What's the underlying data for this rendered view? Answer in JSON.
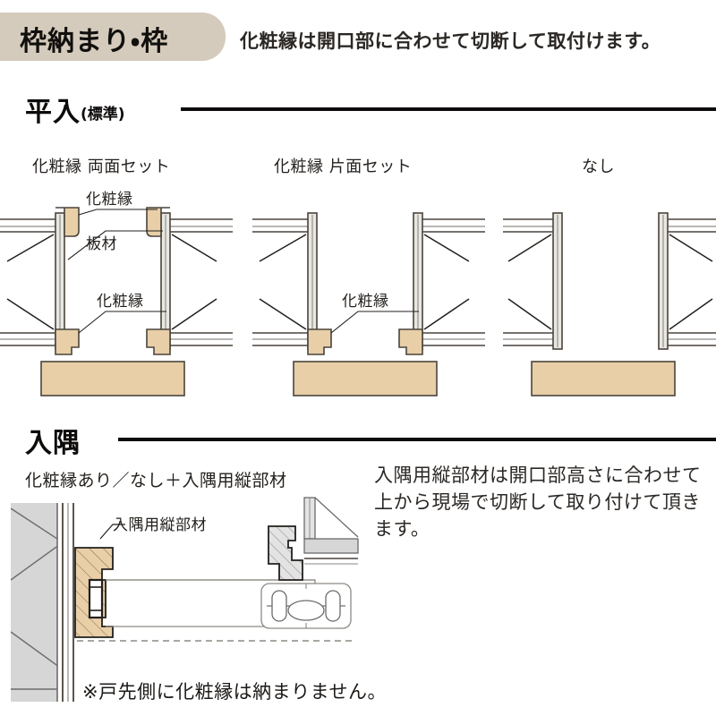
{
  "header": {
    "badge_label": "枠納まり・枠",
    "badge_color": "#d4cbbc",
    "note": "化粧縁は開口部に合わせて切断して取付けます。"
  },
  "sections": [
    {
      "id": "hirairi",
      "title": "平入",
      "subtitle": "(標準)",
      "columns": [
        {
          "caption": "化粧縁 両面セット",
          "trim_top": true,
          "trim_bottom": true
        },
        {
          "caption": "化粧縁 片面セット",
          "trim_top": false,
          "trim_bottom": true
        },
        {
          "caption": "なし",
          "trim_top": false,
          "trim_bottom": false
        }
      ],
      "callouts": [
        {
          "text": "化粧縁",
          "column": 1
        },
        {
          "text": "板材",
          "column": 1
        },
        {
          "text": "化粧縁",
          "column": 1
        },
        {
          "text": "化粧縁",
          "column": 2
        }
      ]
    },
    {
      "id": "irisumi",
      "title": "入隅",
      "subtitle": "",
      "caption": "化粧縁あり／なし＋入隅用縦部材",
      "callouts": [
        {
          "text": "入隅用縦部材"
        }
      ],
      "paragraph": [
        "入隅用縦部材は開口部高さに合わせて",
        "上から現場で切断して取り付けて頂き",
        "ます。"
      ],
      "note": "※戸先側に化粧縁は納まりません。"
    }
  ],
  "palette": {
    "trim_fill": "#e8cfa8",
    "trim_stroke": "#4a443c",
    "frame_fill": "#e9e7e2",
    "frame_stroke": "#4a443c",
    "wall_fill": "#d6d6d6",
    "wall_stroke": "#6b6b6b",
    "line": "#231f1c",
    "leader": "#231f1c"
  }
}
